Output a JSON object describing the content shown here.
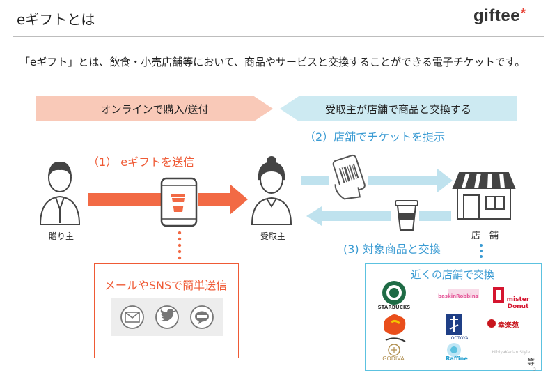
{
  "header": {
    "title": "eギフトとは",
    "logo_text": "giftee",
    "logo_mark": "*"
  },
  "subtitle": "「eギフト」とは、飲食・小売店舗等において、商品やサービスと交換することができる電子チケットです。",
  "banners": {
    "left": "オンラインで購入/送付",
    "right": "受取主が店舗で商品と交換する"
  },
  "steps": {
    "step1": "（1）  eギフトを送信",
    "step2": "（2）店舗でチケットを提示",
    "step3": "(3) 対象商品と交換"
  },
  "actors": {
    "giver": "贈り主",
    "receiver": "受取主",
    "store": "店　舗"
  },
  "channels": {
    "title": "メールやSNSで簡単送信",
    "icons": [
      "mail-icon",
      "twitter-icon",
      "line-icon"
    ]
  },
  "nearby_stores": {
    "title": "近くの店舗で交換",
    "brands": {
      "starbucks": "STARBUCKS",
      "baskin": "baskinRobbins",
      "mister_donut": "mister Donut",
      "ootoya": "OOTOYA",
      "kourakuen": "幸楽苑",
      "godiva": "GODIVA",
      "raffine": "Raffine",
      "hibiya": "HibiyaKadan Style"
    },
    "etc": "等"
  },
  "page_number": "3",
  "colors": {
    "accent_orange": "#ef5a35",
    "accent_blue": "#3a9bd3",
    "banner_left_bg": "#f9c9b8",
    "banner_right_bg": "#cdeaf2"
  }
}
